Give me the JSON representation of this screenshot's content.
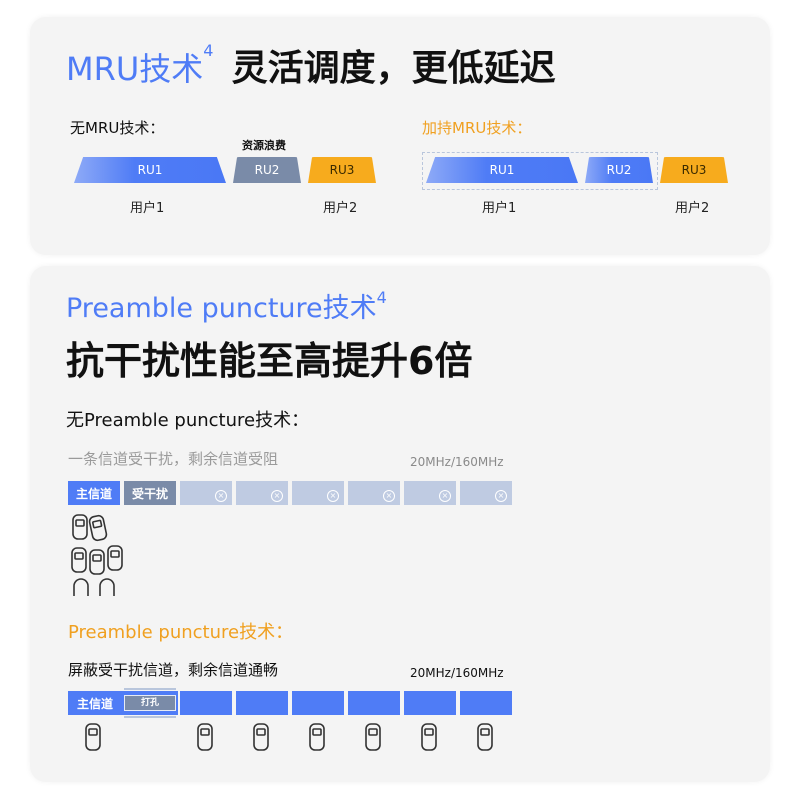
{
  "mru": {
    "title_accent": "MRU技术",
    "title_sup": "4",
    "title_main": "灵活调度，更低延迟",
    "without": {
      "label": "无MRU技术：",
      "waste_label": "资源浪费",
      "rus": [
        {
          "label": "RU1",
          "style": "blue"
        },
        {
          "label": "RU2",
          "style": "grey"
        },
        {
          "label": "RU3",
          "style": "yellow"
        }
      ],
      "users": [
        "用户1",
        "用户2"
      ]
    },
    "with": {
      "label": "加持MRU技术：",
      "rus": [
        {
          "label": "RU1",
          "style": "blue"
        },
        {
          "label": "RU2",
          "style": "blue"
        },
        {
          "label": "RU3",
          "style": "yellow"
        }
      ],
      "users": [
        "用户1",
        "用户2"
      ]
    }
  },
  "preamble": {
    "title_accent": "Preamble puncture技术",
    "title_sup": "4",
    "title_main": "抗干扰性能至高提升6倍",
    "without": {
      "label": "无Preamble puncture技术：",
      "desc": "一条信道受干扰，剩余信道受阻",
      "bandwidth": "20MHz/160MHz",
      "channels": [
        "主信道",
        "受干扰",
        "",
        "",
        "",
        "",
        "",
        ""
      ],
      "blocked_icon": "close-circle-icon"
    },
    "with": {
      "label": "Preamble puncture技术：",
      "desc": "屏蔽受干扰信道，剩余信道通畅",
      "bandwidth": "20MHz/160MHz",
      "channels": [
        "主信道",
        "打孔",
        "",
        "",
        "",
        "",
        "",
        ""
      ]
    }
  },
  "colors": {
    "accent_blue": "#4f7cf6",
    "accent_orange": "#f0a020",
    "interfered_grey": "#7a8ba8",
    "blocked_light": "#bfcbe2",
    "ru3_yellow": "#f7ab1d",
    "card_bg": "#f4f4f4"
  }
}
